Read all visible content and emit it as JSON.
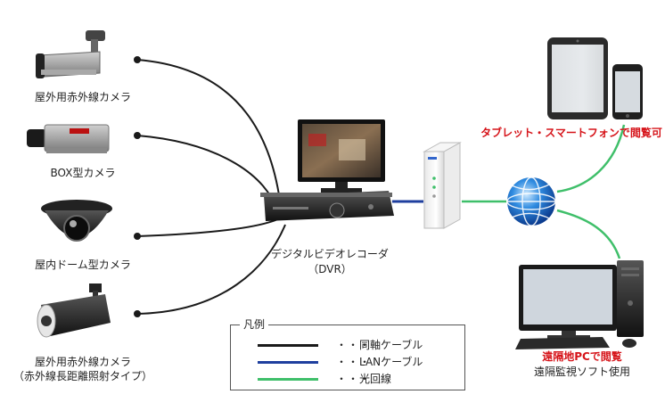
{
  "cameras": [
    {
      "label": "屋外用赤外線カメラ",
      "sublabel": ""
    },
    {
      "label": "BOX型カメラ",
      "sublabel": ""
    },
    {
      "label": "屋内ドーム型カメラ",
      "sublabel": ""
    },
    {
      "label": "屋外用赤外線カメラ",
      "sublabel": "（赤外線長距離照射タイプ）"
    }
  ],
  "dvr": {
    "label": "デジタルビデオレコーダ",
    "sublabel": "（DVR）"
  },
  "tablet": {
    "label": "タブレット・スマートフォンで閲覧可"
  },
  "pc": {
    "label": "遠隔地PCで閲覧",
    "sublabel": "遠隔監視ソフト使用"
  },
  "legend": {
    "title": "凡例",
    "items": [
      {
        "dots": "・・・",
        "text": "同軸ケーブル",
        "color": "#1a1a1a"
      },
      {
        "dots": "・・・",
        "text": "LANケーブル",
        "color": "#1f3f9e"
      },
      {
        "dots": "・・・",
        "text": "光回線",
        "color": "#3fbf6a"
      }
    ]
  },
  "colors": {
    "coax": "#1a1a1a",
    "lan": "#1f3f9e",
    "fiber": "#3fbf6a",
    "highlight": "#d6141a"
  }
}
